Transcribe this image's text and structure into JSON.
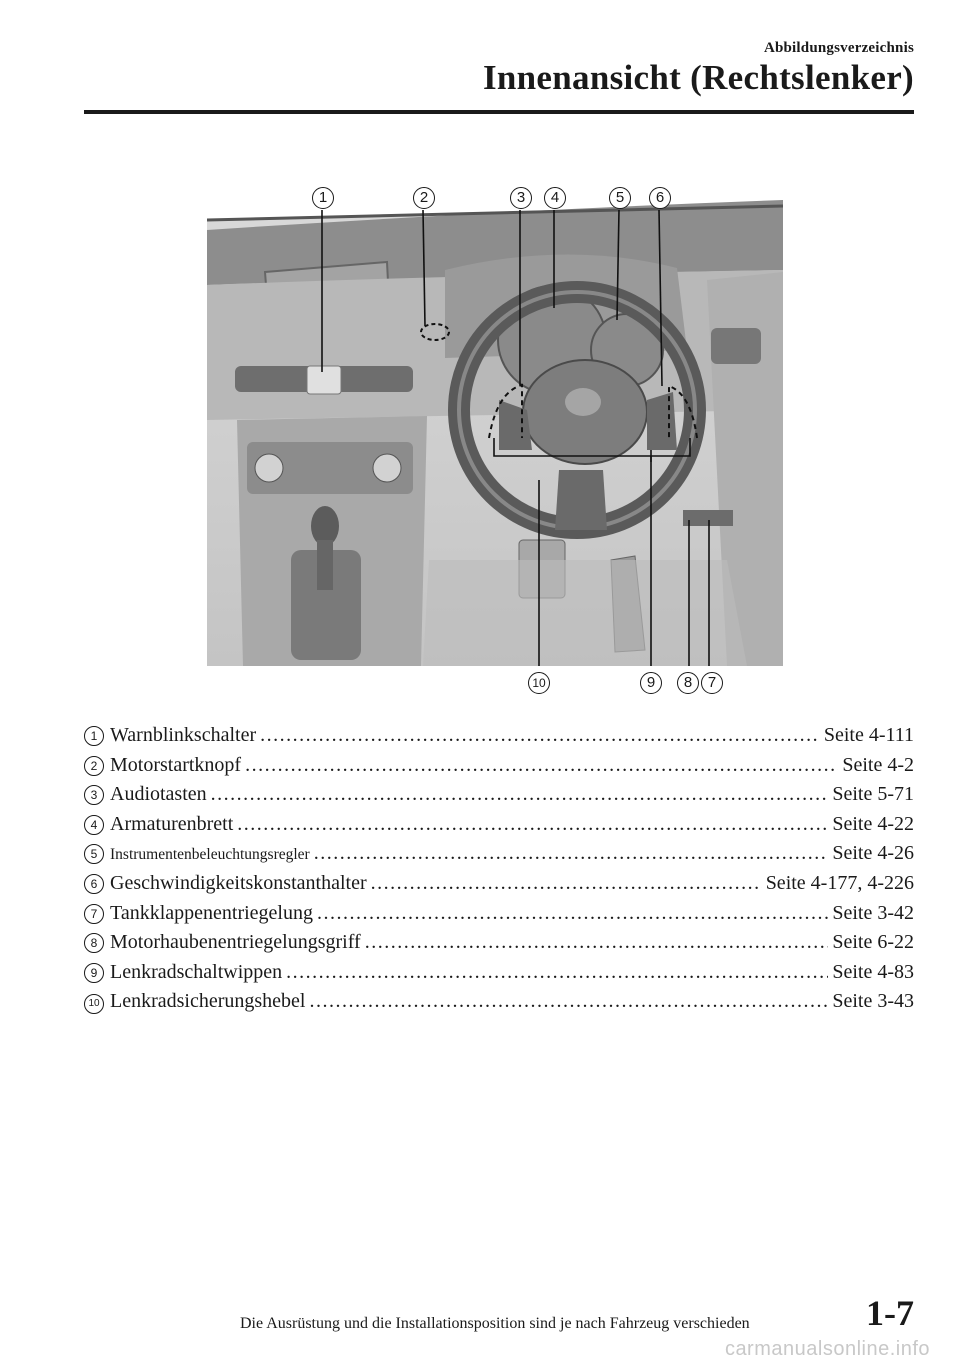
{
  "header": {
    "section": "Abbildungsverzeichnis",
    "title": "Innenansicht (Rechtslenker)"
  },
  "figure": {
    "callouts_top": [
      "1",
      "2",
      "3",
      "4",
      "5",
      "6"
    ],
    "callouts_bottom": [
      "10",
      "9",
      "8",
      "7"
    ]
  },
  "items": [
    {
      "num": "1",
      "label": "Warnblinkschalter",
      "page": "Seite 4-111"
    },
    {
      "num": "2",
      "label": "Motorstartknopf",
      "page": "Seite 4-2"
    },
    {
      "num": "3",
      "label": "Audiotasten",
      "page": "Seite 5-71"
    },
    {
      "num": "4",
      "label": "Armaturenbrett",
      "page": "Seite 4-22"
    },
    {
      "num": "5",
      "label": "Instrumentenbeleuchtungsregler",
      "page": "Seite 4-26"
    },
    {
      "num": "6",
      "label": "Geschwindigkeitskonstanthalter",
      "page": "Seite 4-177, 4-226"
    },
    {
      "num": "7",
      "label": "Tankklappenentriegelung",
      "page": "Seite 3-42"
    },
    {
      "num": "8",
      "label": "Motorhaubenentriegelungsgriff",
      "page": "Seite 6-22"
    },
    {
      "num": "9",
      "label": "Lenkradschaltwippen",
      "page": "Seite 4-83"
    },
    {
      "num": "10",
      "label": "Lenkradsicherungshebel",
      "page": "Seite 3-43"
    }
  ],
  "footer": {
    "note": "Die Ausrüstung und die Installationsposition sind je nach Fahrzeug verschieden",
    "page_number": "1-7"
  },
  "watermark": "carmanualsonline.info"
}
